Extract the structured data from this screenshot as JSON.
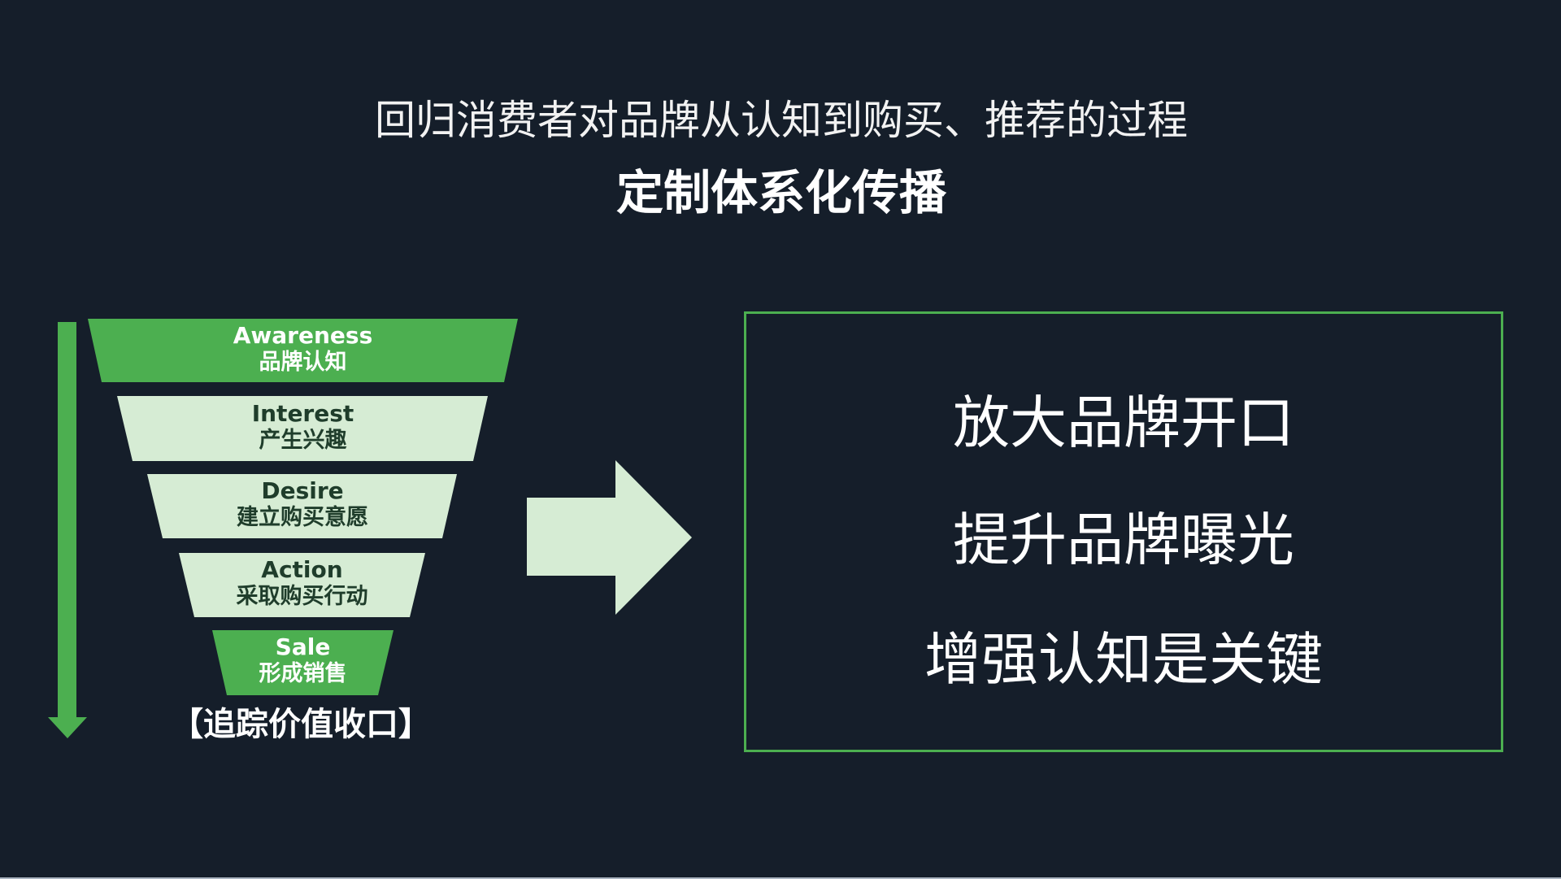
{
  "header": {
    "subtitle": "回归消费者对品牌从认知到购买、推荐的过程",
    "title": "定制体系化传播"
  },
  "funnel": {
    "stages": [
      {
        "en": "Awareness",
        "zh": "品牌认知"
      },
      {
        "en": "Interest",
        "zh": "产生兴趣"
      },
      {
        "en": "Desire",
        "zh": "建立购买意愿"
      },
      {
        "en": "Action",
        "zh": "采取购买行动"
      },
      {
        "en": "Sale",
        "zh": "形成销售"
      }
    ],
    "closing": "【追踪价值收口】"
  },
  "box": {
    "lines": [
      "放大品牌开口",
      "提升品牌曝光",
      "增强认知是关键"
    ]
  },
  "colors": {
    "background": "#151e2a",
    "green": "#4caf50",
    "light_green": "#d6ecd4",
    "dark_text": "#1f3d2b"
  }
}
